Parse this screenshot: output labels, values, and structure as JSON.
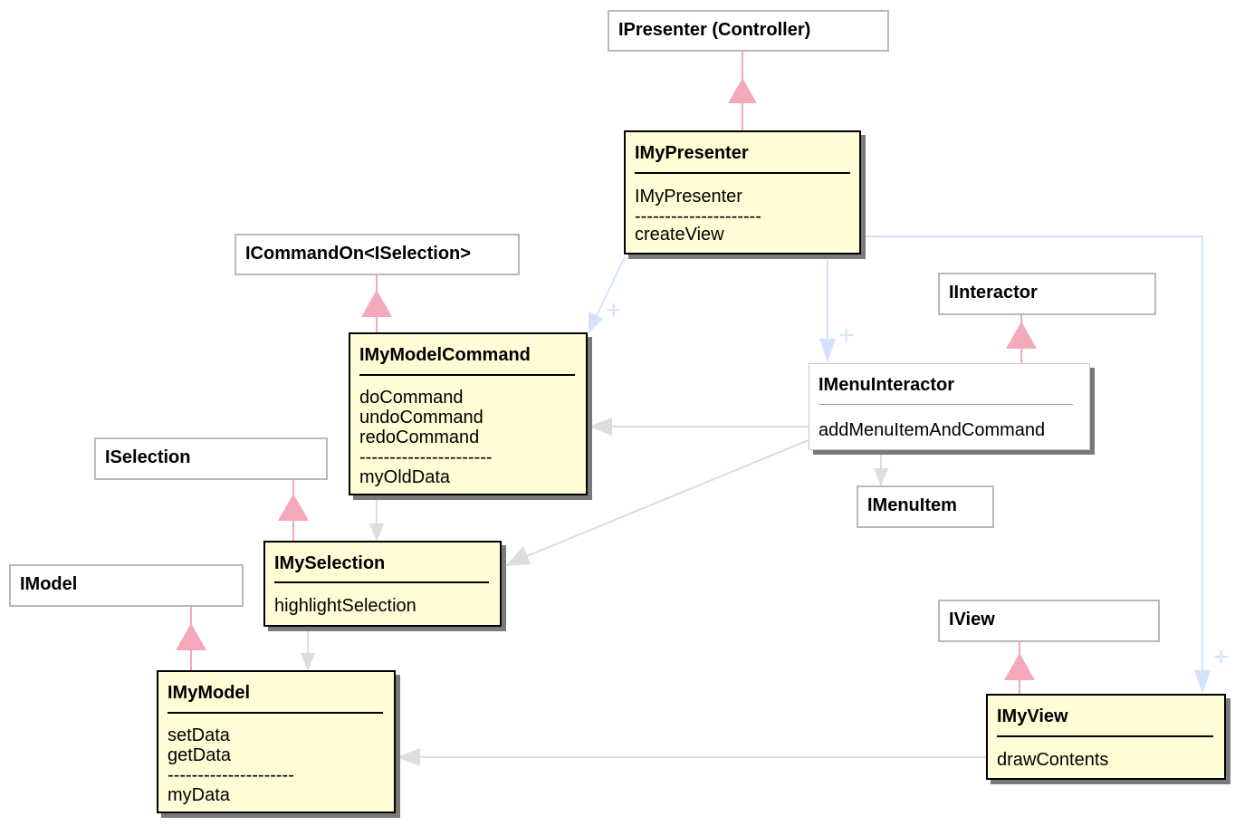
{
  "interfaces": {
    "ipresenter": "IPresenter (Controller)",
    "icommandon": "ICommandOn<ISelection>",
    "iinteractor": "IInteractor",
    "iselection": "ISelection",
    "imodel": "IModel",
    "iview": "IView",
    "imenuitem": "IMenuItem"
  },
  "classes": {
    "imypresenter": {
      "name": "IMyPresenter",
      "members": [
        "IMyPresenter",
        "---------------------",
        "createView"
      ]
    },
    "imymodelcommand": {
      "name": "IMyModelCommand",
      "members": [
        "doCommand",
        "undoCommand",
        "redoCommand",
        "----------------------",
        "myOldData"
      ]
    },
    "imenuinteractor": {
      "name": "IMenuInteractor",
      "members": [
        "addMenuItemAndCommand"
      ]
    },
    "imyselection": {
      "name": "IMySelection",
      "members": [
        "highlightSelection"
      ]
    },
    "imymodel": {
      "name": "IMyModel",
      "members": [
        "setData",
        "getData",
        "---------------------",
        "myData"
      ]
    },
    "imyview": {
      "name": "IMyView",
      "members": [
        "drawContents"
      ]
    }
  },
  "markers": {
    "plus": "+"
  },
  "colors": {
    "class_fill": "#fffdd6",
    "inheritance": "#f4a9bb",
    "creation": "#d4e2fb",
    "association": "#dddddd"
  }
}
